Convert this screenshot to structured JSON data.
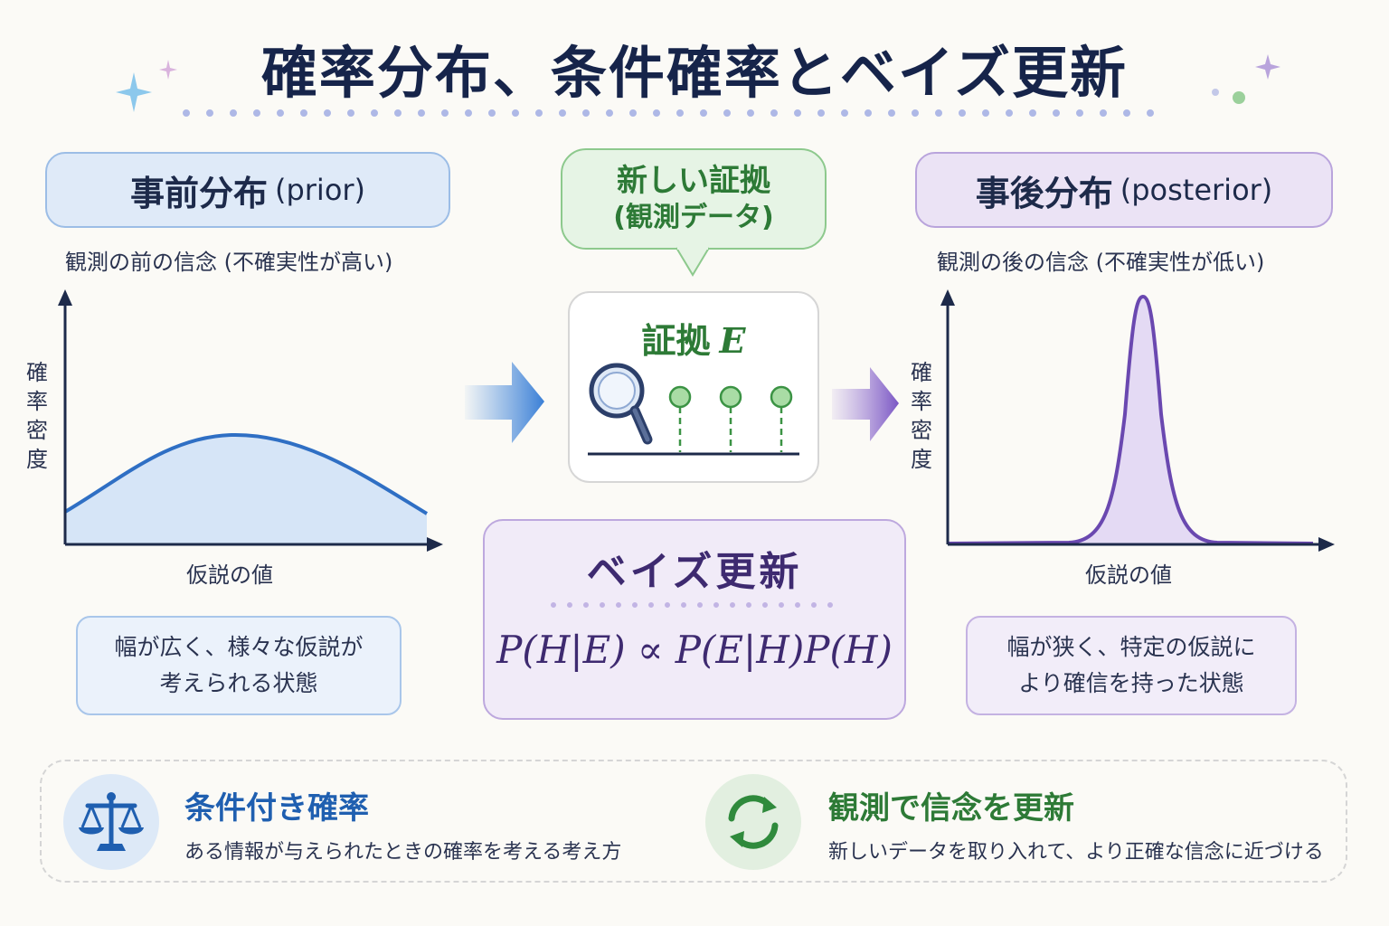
{
  "title": "確率分布、条件確率とベイズ更新",
  "prior": {
    "heading": "事前分布",
    "heading_en": "(prior)",
    "subtitle": "観測の前の信念 (不確実性が高い)",
    "y_label": "確率密度",
    "x_label": "仮説の値",
    "note_line1": "幅が広く、様々な仮説が",
    "note_line2": "考えられる状態"
  },
  "evidence": {
    "bubble_line1": "新しい証拠",
    "bubble_line2": "(観測データ)",
    "card_title": "証拠",
    "card_var": "E"
  },
  "bayes": {
    "title": "ベイズ更新",
    "formula": "P(H|E) ∝ P(E|H)P(H)"
  },
  "posterior": {
    "heading": "事後分布",
    "heading_en": "(posterior)",
    "subtitle": "観測の後の信念 (不確実性が低い)",
    "y_label": "確率密度",
    "x_label": "仮説の値",
    "note_line1": "幅が狭く、特定の仮説に",
    "note_line2": "より確信を持った状態"
  },
  "bottom": {
    "feature1_title": "条件付き確率",
    "feature1_desc": "ある情報が与えられたときの確率を考える考え方",
    "feature1_icon": "balance-scale-icon",
    "feature2_title": "観測で信念を更新",
    "feature2_desc": "新しいデータを取り入れて、より正確な信念に近づける",
    "feature2_icon": "refresh-cycle-icon"
  },
  "colors": {
    "prior_blue": "#2f6fc4",
    "posterior_purple": "#6a48b0",
    "evidence_green": "#2d7a36",
    "title_navy": "#16244a"
  }
}
